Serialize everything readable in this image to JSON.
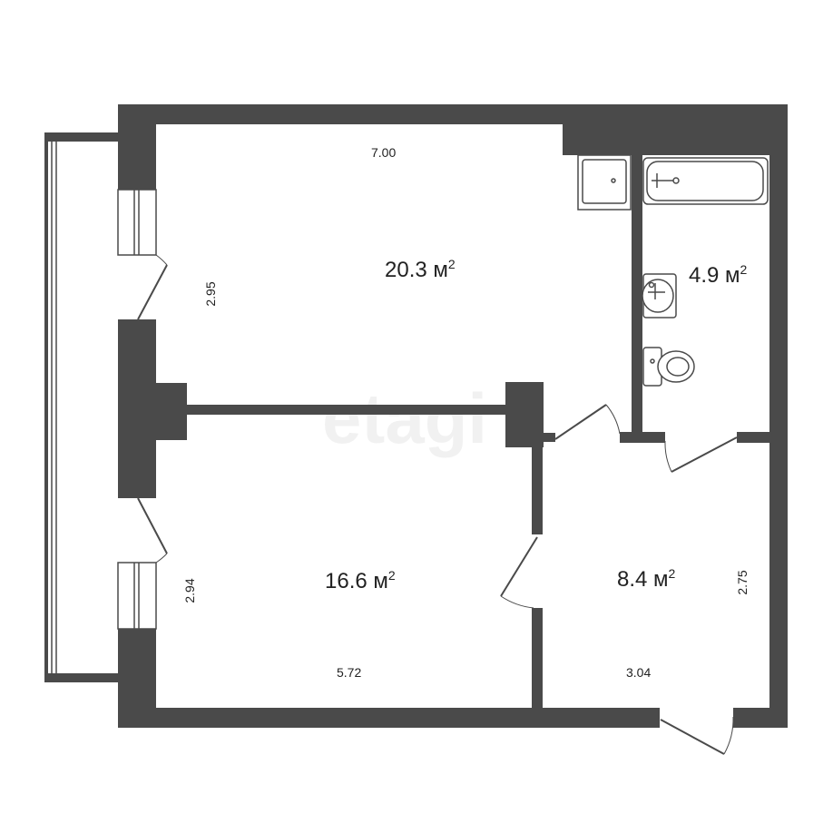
{
  "rooms": {
    "main_room": {
      "area": "20.3",
      "unit": "м"
    },
    "bedroom": {
      "area": "16.6",
      "unit": "м"
    },
    "bathroom": {
      "area": "4.9",
      "unit": "м"
    },
    "hall": {
      "area": "8.4",
      "unit": "м"
    },
    "unit_power": "2"
  },
  "dimensions": {
    "main_width": "7.00",
    "main_height": "2.95",
    "bedroom_height": "2.94",
    "bedroom_width": "5.72",
    "hall_width": "3.04",
    "hall_height": "2.75"
  },
  "watermark": "etagi",
  "colors": {
    "wall": "#4a4a4a",
    "background": "#ffffff"
  }
}
